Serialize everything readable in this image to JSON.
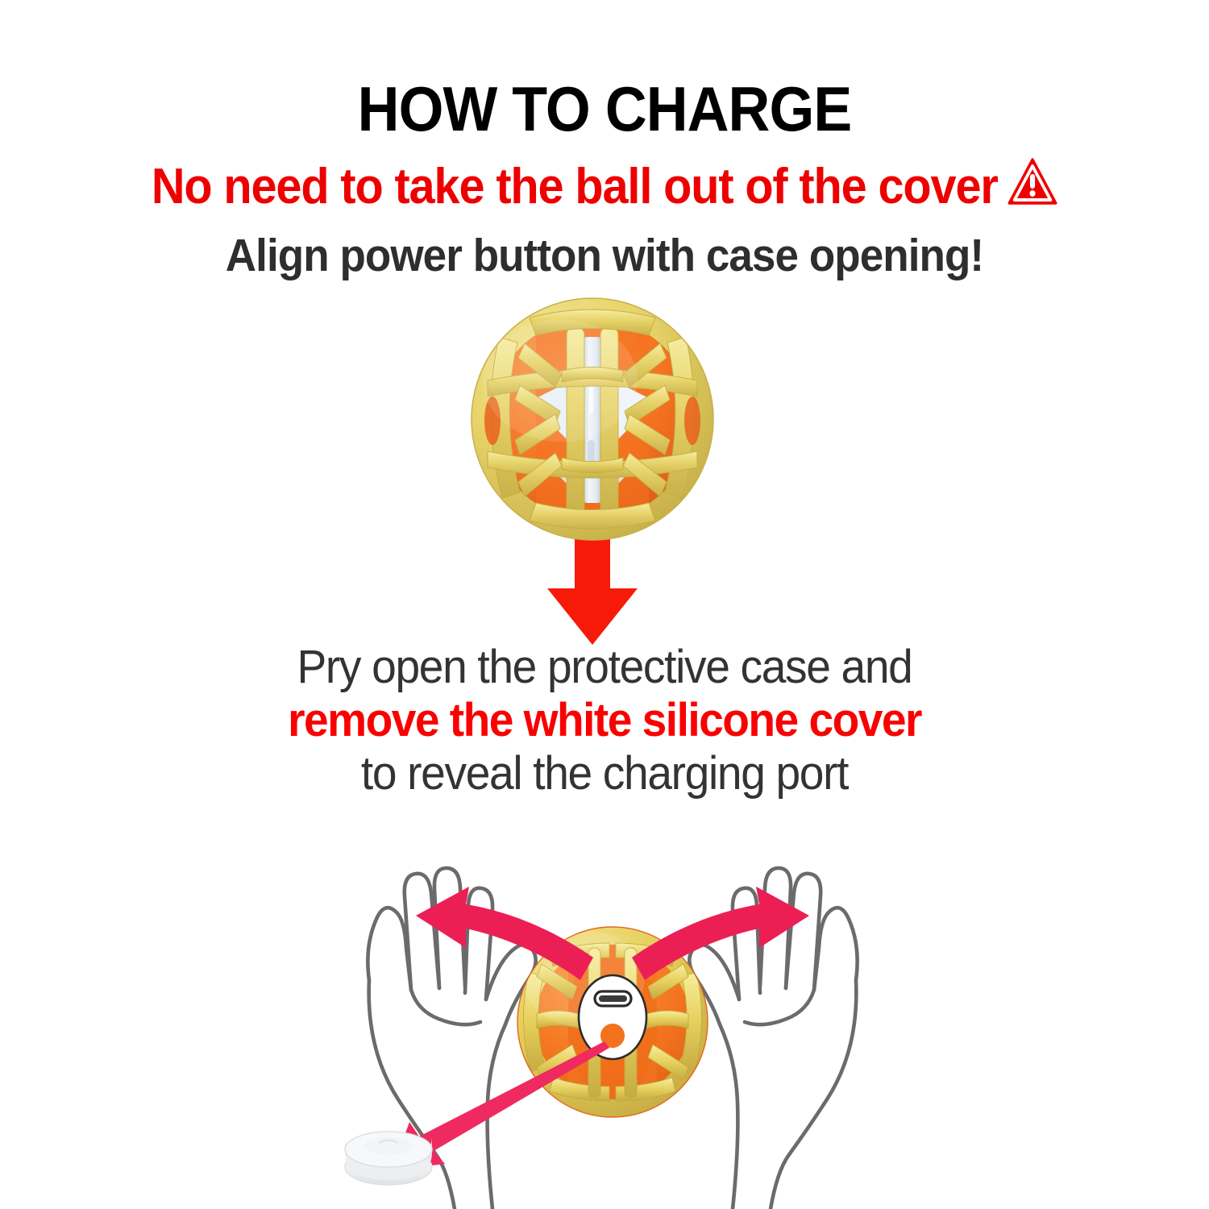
{
  "header": {
    "title": "HOW TO CHARGE",
    "warning_line": "No need to take the ball out of the cover",
    "warning_icon": "warning-triangle-icon",
    "sub_line": "Align power button with case opening!"
  },
  "instruction": {
    "line1": "Pry open the protective case and",
    "line2": "remove the white silicone cover",
    "line3": "to reveal the charging port"
  },
  "graphics": {
    "top_ball": {
      "name": "ball-in-yellow-cage",
      "cage_color": "#e8d46a",
      "ball_color": "#f47a28",
      "silicone_color": "#dfe6ee"
    },
    "down_arrow": {
      "name": "red-down-arrow",
      "color": "#f81a09"
    },
    "hands": {
      "name": "two-open-hands-outline",
      "stroke_color": "#6b6b6b"
    },
    "bottom_ball": {
      "name": "ball-with-charging-port",
      "cage_color": "#e8cf5f",
      "ball_color": "#f4751f",
      "panel_color": "#ffffff",
      "power_button_color": "#f4721c",
      "port_color": "#2b2b2b"
    },
    "spread_arrows": {
      "name": "pry-open-arrows",
      "color": "#ec1f55"
    },
    "pointer_arrow": {
      "name": "silicone-cover-pointer-arrow",
      "color": "#ef2a60"
    },
    "silicone_cover": {
      "name": "white-silicone-cover",
      "color": "#f2f3f4"
    }
  },
  "colors": {
    "background": "#ffffff",
    "title_black": "#000000",
    "alert_red": "#ee0000",
    "body_gray": "#333333",
    "crimson": "#ec1f55"
  }
}
